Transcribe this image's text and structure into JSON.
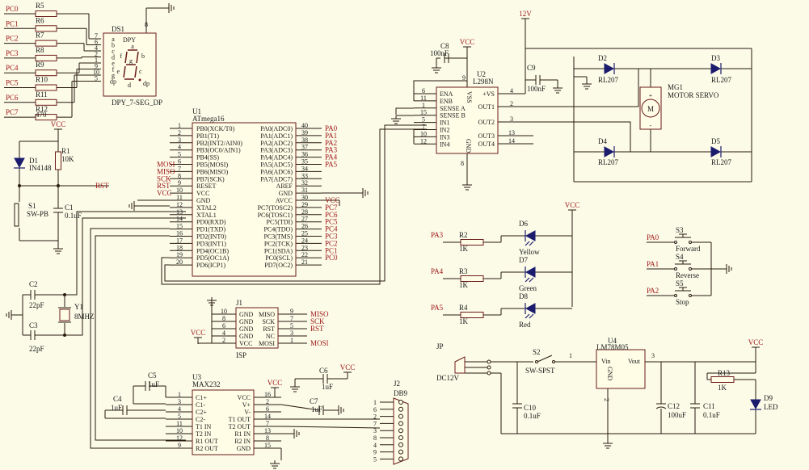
{
  "colors": {
    "background": "#fbfbe8",
    "wire": "#2a1a10",
    "net": "#a01818",
    "part_outline": "#6b1a1a",
    "part_fill": "#fffde6",
    "diode": "#1c1c6e"
  },
  "display": {
    "ref": "DS1",
    "name": "DPY",
    "caption": "DPY_7-SEG_DP",
    "port_nets": [
      "PC0",
      "PC1",
      "PC2",
      "PC3",
      "PC4",
      "PC5",
      "PC6",
      "PC7"
    ],
    "resistors": [
      "R5",
      "R6",
      "R7",
      "R8",
      "R9",
      "R10",
      "R11",
      "R12"
    ],
    "resistor_value": "470",
    "pin_nums": [
      "7",
      "6",
      "4",
      "2",
      "1",
      "9",
      "10",
      "5"
    ],
    "segments": [
      "a",
      "b",
      "c",
      "d",
      "e",
      "f",
      "g",
      "dp"
    ],
    "top_pin": "8",
    "face_segs": [
      "a",
      "b",
      "c",
      "d",
      "e",
      "f",
      "g",
      "dp"
    ]
  },
  "reset": {
    "vcc": "VCC",
    "d_ref": "D1",
    "d_val": "IN4148",
    "r_ref": "R1",
    "r_val": "10K",
    "net": "RST",
    "s_ref": "S1",
    "s_val": "SW-PB",
    "c_ref": "C1",
    "c_val": "0.1uF"
  },
  "crystal": {
    "c2": "C2",
    "c3": "C3",
    "cval": "22pF",
    "y_ref": "Y1",
    "y_val": "8MHZ"
  },
  "mcu": {
    "ref": "U1",
    "name": "ATmega16",
    "left_pins": [
      {
        "num": "1",
        "name": "PB0(XCK/T0)",
        "net": ""
      },
      {
        "num": "2",
        "name": "PB1(T1)",
        "net": ""
      },
      {
        "num": "3",
        "name": "PB2(INT2/AIN0)",
        "net": ""
      },
      {
        "num": "4",
        "name": "PB3(OC0/AIN1)",
        "net": ""
      },
      {
        "num": "5",
        "name": "PB4(SS)",
        "net": ""
      },
      {
        "num": "6",
        "name": "PB5(MOSI)",
        "net": "MOSI"
      },
      {
        "num": "7",
        "name": "PB6(MISO)",
        "net": "MISO"
      },
      {
        "num": "8",
        "name": "PB7(SCK)",
        "net": "SCK"
      },
      {
        "num": "9",
        "name": "RESET",
        "net": "RST"
      },
      {
        "num": "10",
        "name": "VCC",
        "net": "VCC"
      },
      {
        "num": "11",
        "name": "GND",
        "net": ""
      },
      {
        "num": "12",
        "name": "XTAL2",
        "net": ""
      },
      {
        "num": "13",
        "name": "XTAL1",
        "net": ""
      },
      {
        "num": "14",
        "name": "PD0(RXD)",
        "net": ""
      },
      {
        "num": "15",
        "name": "PD1(TXD)",
        "net": ""
      },
      {
        "num": "16",
        "name": "PD2(INT0)",
        "net": ""
      },
      {
        "num": "17",
        "name": "PD3(INT1)",
        "net": ""
      },
      {
        "num": "18",
        "name": "PD4(OC1B)",
        "net": ""
      },
      {
        "num": "19",
        "name": "PD5(OC1A)",
        "net": ""
      },
      {
        "num": "20",
        "name": "PD6(ICP1)",
        "net": ""
      }
    ],
    "right_pins": [
      {
        "num": "40",
        "name": "PA0(ADC0)",
        "net": "PA0"
      },
      {
        "num": "39",
        "name": "PA1(ADC1)",
        "net": "PA1"
      },
      {
        "num": "38",
        "name": "PA2(ADC2)",
        "net": "PA2"
      },
      {
        "num": "37",
        "name": "PA3(ADC3)",
        "net": "PA3"
      },
      {
        "num": "36",
        "name": "PA4(ADC4)",
        "net": "PA4"
      },
      {
        "num": "35",
        "name": "PA5(ADC5)",
        "net": "PA5"
      },
      {
        "num": "34",
        "name": "PA6(ADC6)",
        "net": ""
      },
      {
        "num": "33",
        "name": "PA7(ADC7)",
        "net": ""
      },
      {
        "num": "32",
        "name": "AREF",
        "net": ""
      },
      {
        "num": "31",
        "name": "GND",
        "net": ""
      },
      {
        "num": "30",
        "name": "AVCC",
        "net": "VCC"
      },
      {
        "num": "29",
        "name": "PC7(TOSC2)",
        "net": "PC7"
      },
      {
        "num": "28",
        "name": "PC6(TOSC1)",
        "net": "PC6"
      },
      {
        "num": "27",
        "name": "PC5(TDI)",
        "net": "PC5"
      },
      {
        "num": "26",
        "name": "PC4(TDO)",
        "net": "PC4"
      },
      {
        "num": "25",
        "name": "PC3(TMS)",
        "net": "PC3"
      },
      {
        "num": "24",
        "name": "PC2(TCK)",
        "net": "PC2"
      },
      {
        "num": "23",
        "name": "PC1(SDA)",
        "net": "PC1"
      },
      {
        "num": "22",
        "name": "PC0(SCL)",
        "net": "PC0"
      },
      {
        "num": "21",
        "name": "PD7(OC2)",
        "net": ""
      }
    ]
  },
  "isp": {
    "ref": "J1",
    "name": "ISP",
    "left_nums": [
      "10",
      "8",
      "6",
      "4",
      "2"
    ],
    "left_names": [
      "GND",
      "GND",
      "GND",
      "GND",
      "VCC"
    ],
    "right_names": [
      "MISO",
      "SCK",
      "RST",
      "NC",
      "MOSI"
    ],
    "right_nums": [
      "9",
      "7",
      "5",
      "3",
      "1"
    ],
    "right_nets": [
      "MISO",
      "SCK",
      "RST",
      "",
      "MOSI"
    ],
    "vcc": "VCC"
  },
  "max232": {
    "ref": "U3",
    "name": "MAX232",
    "left_pins": [
      {
        "num": "1",
        "name": "C1+"
      },
      {
        "num": "3",
        "name": "C1-"
      },
      {
        "num": "4",
        "name": "C2+"
      },
      {
        "num": "5",
        "name": "C2-"
      },
      {
        "num": "11",
        "name": "T1 IN"
      },
      {
        "num": "10",
        "name": "T2 IN"
      },
      {
        "num": "12",
        "name": "R1 OUT"
      },
      {
        "num": "9",
        "name": "R2 OUT"
      }
    ],
    "right_pins": [
      {
        "num": "16",
        "name": "VCC"
      },
      {
        "num": "2",
        "name": "V+"
      },
      {
        "num": "6",
        "name": "V-"
      },
      {
        "num": "14",
        "name": "T1 OUT"
      },
      {
        "num": "7",
        "name": "T2 OUT"
      },
      {
        "num": "13",
        "name": "R1 IN"
      },
      {
        "num": "8",
        "name": "R2 IN"
      },
      {
        "num": "15",
        "name": "GND"
      }
    ],
    "caps": [
      {
        "ref": "C5",
        "val": "1uF"
      },
      {
        "ref": "C4",
        "val": "1uF"
      },
      {
        "ref": "C6",
        "val": "1uF"
      },
      {
        "ref": "C7",
        "val": "1uF"
      }
    ],
    "vcc": "VCC"
  },
  "db9": {
    "ref": "J2",
    "name": "DB9",
    "pins": [
      "1",
      "6",
      "2",
      "7",
      "3",
      "8",
      "4",
      "9",
      "5"
    ]
  },
  "driver": {
    "ref": "U2",
    "name": "L298N",
    "left_pins": [
      {
        "num": "6",
        "name": "ENA"
      },
      {
        "num": "11",
        "name": "ENB"
      },
      {
        "num": "1",
        "name": "SENSE A"
      },
      {
        "num": "15",
        "name": "SENSE B"
      },
      {
        "num": "5",
        "name": "IN1"
      },
      {
        "num": "7",
        "name": "IN2"
      },
      {
        "num": "10",
        "name": "IN3"
      },
      {
        "num": "12",
        "name": "IN4"
      }
    ],
    "right_pins": [
      {
        "num": "4",
        "name": "+VS"
      },
      {
        "num": "2",
        "name": "OUT1"
      },
      {
        "num": "3",
        "name": "OUT2"
      },
      {
        "num": "13",
        "name": "OUT3"
      },
      {
        "num": "14",
        "name": "OUT4"
      }
    ],
    "top_pin": "9",
    "top_name": "VSS",
    "bottom_pin": "8",
    "bottom_name": "GND",
    "c8": "C8",
    "c8_val": "100nF",
    "c9": "C9",
    "c9_val": "100nF",
    "v12": "12V",
    "vcc": "VCC"
  },
  "motor": {
    "ref": "MG1",
    "name": "MOTOR SERVO",
    "symbol": "M",
    "plus": "+",
    "minus": "-",
    "diodes": [
      "D2",
      "D3",
      "D4",
      "D5"
    ],
    "diode_val": "RL207"
  },
  "leds": {
    "vcc": "VCC",
    "items": [
      {
        "net": "PA3",
        "r": "R2",
        "rv": "1K",
        "d": "D6",
        "color": "Yellow"
      },
      {
        "net": "PA4",
        "r": "R3",
        "rv": "1K",
        "d": "D7",
        "color": "Green"
      },
      {
        "net": "PA5",
        "r": "R4",
        "rv": "1K",
        "d": "D8",
        "color": "Red"
      }
    ]
  },
  "buttons": [
    {
      "net": "PA0",
      "ref": "S3",
      "label": "Forward"
    },
    {
      "net": "PA1",
      "ref": "S4",
      "label": "Reverse"
    },
    {
      "net": "PA2",
      "ref": "S5",
      "label": "Stop"
    }
  ],
  "power": {
    "jack_ref": "JP",
    "jack_val": "DC12V",
    "switch_ref": "S2",
    "switch_val": "SW-SPST",
    "reg_ref": "U4",
    "reg_val": "LM78M05",
    "vin": "Vin",
    "vout": "Vout",
    "gnd": "GND",
    "pin1": "1",
    "pin3": "3",
    "pin2": "2",
    "c10": "C10",
    "c10_val": "0.1uF",
    "c12": "C12",
    "c12_val": "100uF",
    "c11": "C11",
    "c11_val": "0.1uF",
    "r13": "R13",
    "r13_val": "1K",
    "d9": "D9",
    "d9_val": "LED",
    "vcc": "VCC"
  }
}
